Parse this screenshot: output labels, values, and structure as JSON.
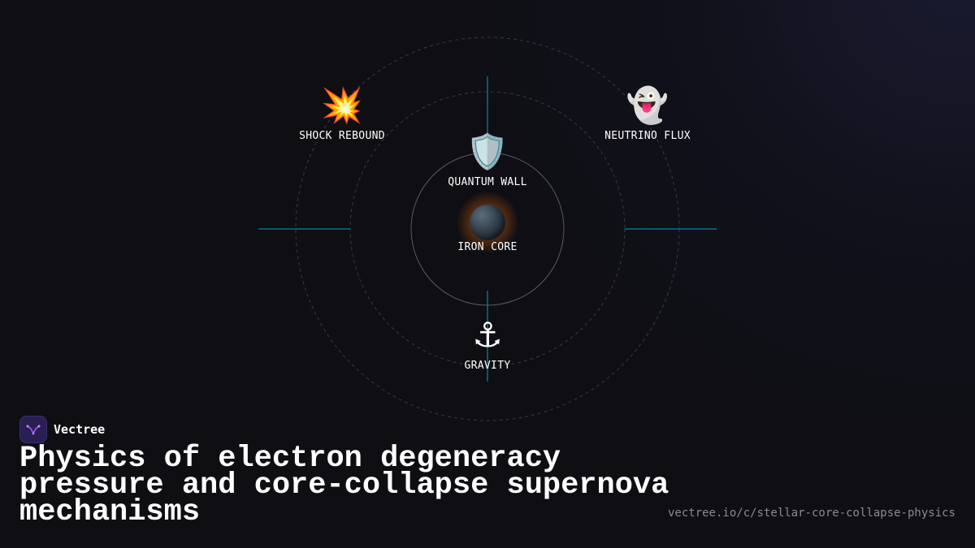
{
  "diagram": {
    "nodes": {
      "shock_rebound": {
        "icon": "collision-icon",
        "emoji": "💥",
        "label": "SHOCK REBOUND"
      },
      "neutrino_flux": {
        "icon": "ghost-icon",
        "emoji": "👻",
        "label": "NEUTRINO FLUX"
      },
      "quantum_wall": {
        "icon": "shield-icon",
        "emoji": "🛡️",
        "label": "QUANTUM WALL"
      },
      "iron_core": {
        "icon": "dark-planet-icon",
        "emoji": "",
        "label": "IRON CORE"
      },
      "gravity": {
        "icon": "anchor-icon",
        "emoji": "⚓",
        "label": "GRAVITY"
      }
    },
    "colors": {
      "background": "#0e0e13",
      "accent_line": "#0e6f85",
      "ring": "#3a3a44",
      "core_glow": "#d26e14"
    }
  },
  "brand": {
    "name": "Vectree",
    "logo_icon": "vectree-logo-icon"
  },
  "title": "Physics of electron degeneracy pressure and core-collapse supernova mechanisms",
  "url": "vectree.io/c/stellar-core-collapse-physics"
}
